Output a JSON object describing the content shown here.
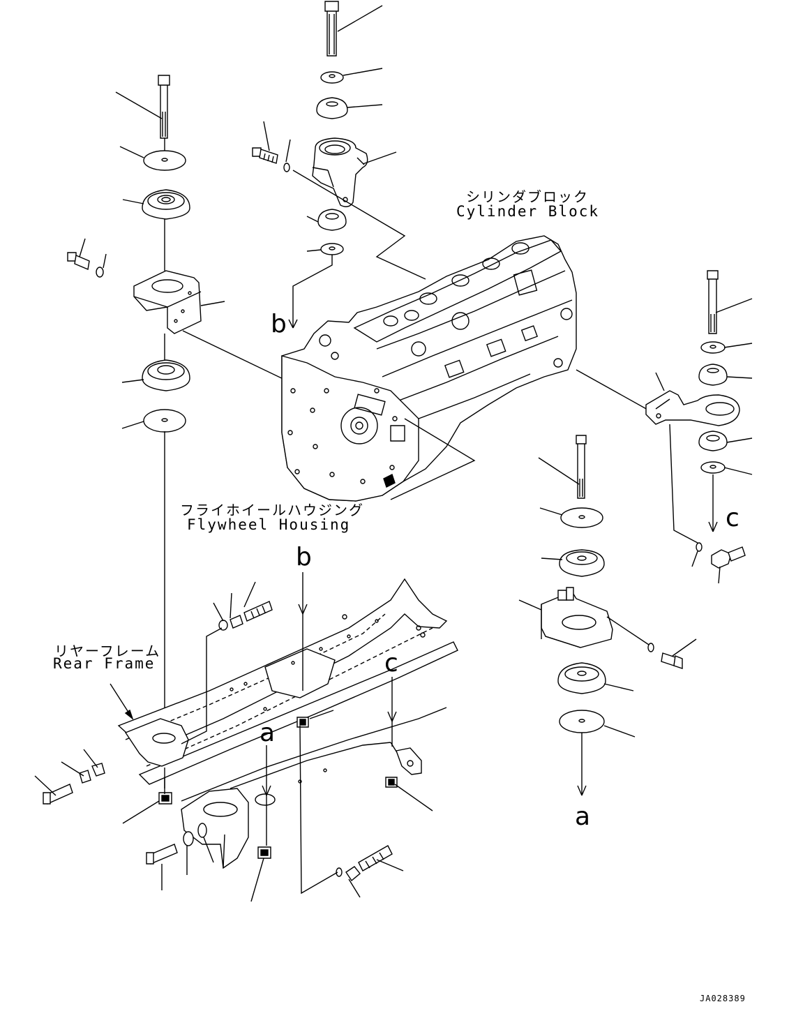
{
  "labels": {
    "cylinder_block_jp": "シリンダブロック",
    "cylinder_block_en": "Cylinder Block",
    "flywheel_housing_jp": "フライホイールハウジング",
    "flywheel_housing_en": "Flywheel Housing",
    "rear_frame_jp": "リヤーフレーム",
    "rear_frame_en": "Rear Frame"
  },
  "refs": {
    "b_top": "b",
    "b_bottom": "b",
    "c_right": "c",
    "c_bottom": "c",
    "a_middle": "a",
    "a_right": "a"
  },
  "drawing_code": "JA028389"
}
